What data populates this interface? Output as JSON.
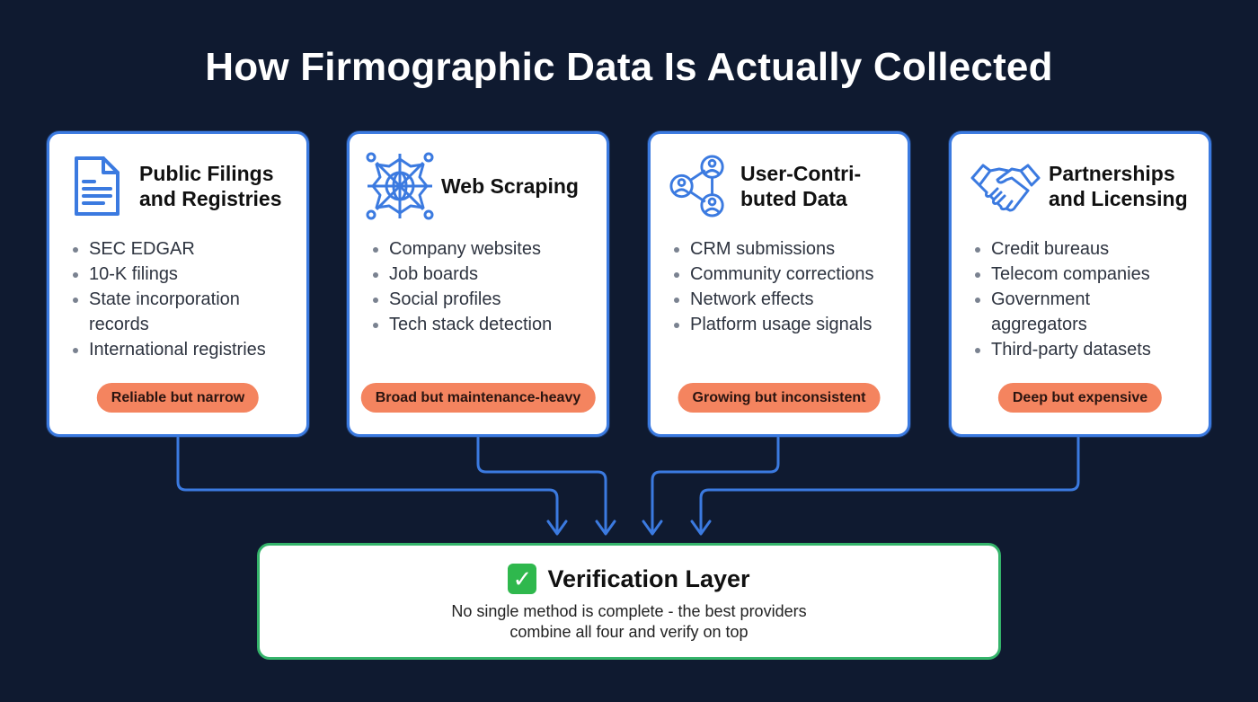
{
  "title": "How Firmographic Data Is Actually Collected",
  "cards": [
    {
      "icon": "document-icon",
      "title": "Public Filings and Registries",
      "title_lines": [
        "Public Filings",
        "and Registries"
      ],
      "items": [
        "SEC EDGAR",
        "10-K filings",
        "State incorporation records",
        "International registries"
      ],
      "tag": "Reliable but narrow"
    },
    {
      "icon": "web-globe-icon",
      "title": "Web Scraping",
      "title_lines": [
        "Web Scraping",
        ""
      ],
      "items": [
        "Company websites",
        "Job boards",
        "Social profiles",
        "Tech stack detection"
      ],
      "tag": "Broad but maintenance-heavy"
    },
    {
      "icon": "user-network-icon",
      "title": "User-Contributed Data",
      "title_lines": [
        "User-Contri-",
        "buted Data"
      ],
      "items": [
        "CRM submissions",
        "Community corrections",
        "Network effects",
        "Platform usage signals"
      ],
      "tag": "Growing but inconsistent"
    },
    {
      "icon": "handshake-icon",
      "title": "Partnerships and Licensing",
      "title_lines": [
        "Partnerships",
        "and Licensing"
      ],
      "items": [
        "Credit bureaus",
        "Telecom companies",
        "Government aggregators",
        "Third-party datasets"
      ],
      "tag": "Deep but expensive"
    }
  ],
  "verification": {
    "icon": "check-mark-icon",
    "icon_glyph": "✓",
    "title": "Verification Layer",
    "description_lines": [
      "No single method is complete - the best providers",
      "combine all four and verify on top"
    ]
  },
  "colors": {
    "background": "#0f1a30",
    "card_border": "#3b7ae0",
    "icon_blue": "#3b7ae0",
    "tag_fill": "#f4845f",
    "verify_border": "#34b36a",
    "check_fill": "#2fb84d"
  }
}
